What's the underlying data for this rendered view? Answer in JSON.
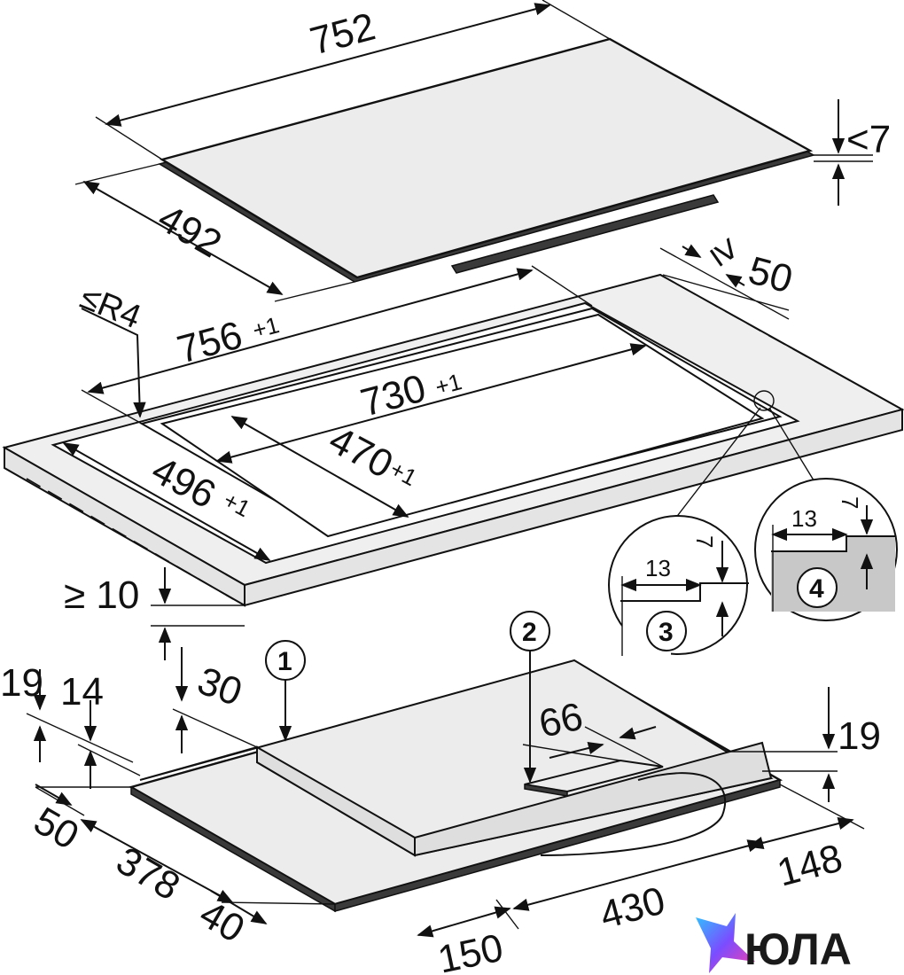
{
  "dimensions": {
    "hob_width": "752",
    "hob_depth": "492",
    "hob_thickness": "<7",
    "cutout_width": "756",
    "cutout_width_tol": "+1",
    "corner_radius": "≤R4",
    "min_rear_gap_sign": "≥",
    "min_rear_gap": "50",
    "inner_width": "730",
    "inner_width_tol": "+1",
    "inner_depth": "470",
    "inner_depth_tol": "+1",
    "cutout_depth": "496",
    "cutout_depth_tol": "+1",
    "min_front_gap": "≥ 10",
    "detail_3_width": "13",
    "detail_3_height": "7",
    "detail_4_width": "13",
    "detail_4_height": "7",
    "dim_19_left": "19",
    "dim_14": "14",
    "dim_30": "30",
    "dim_66": "66",
    "dim_19_right": "19",
    "dim_50_bottom": "50",
    "dim_378": "378",
    "dim_40": "40",
    "dim_150": "150",
    "dim_430": "430",
    "dim_148": "148"
  },
  "callouts": [
    "1",
    "2",
    "3",
    "4"
  ],
  "logo": {
    "text": "ЮЛА",
    "icon": "star-gradient-icon"
  }
}
